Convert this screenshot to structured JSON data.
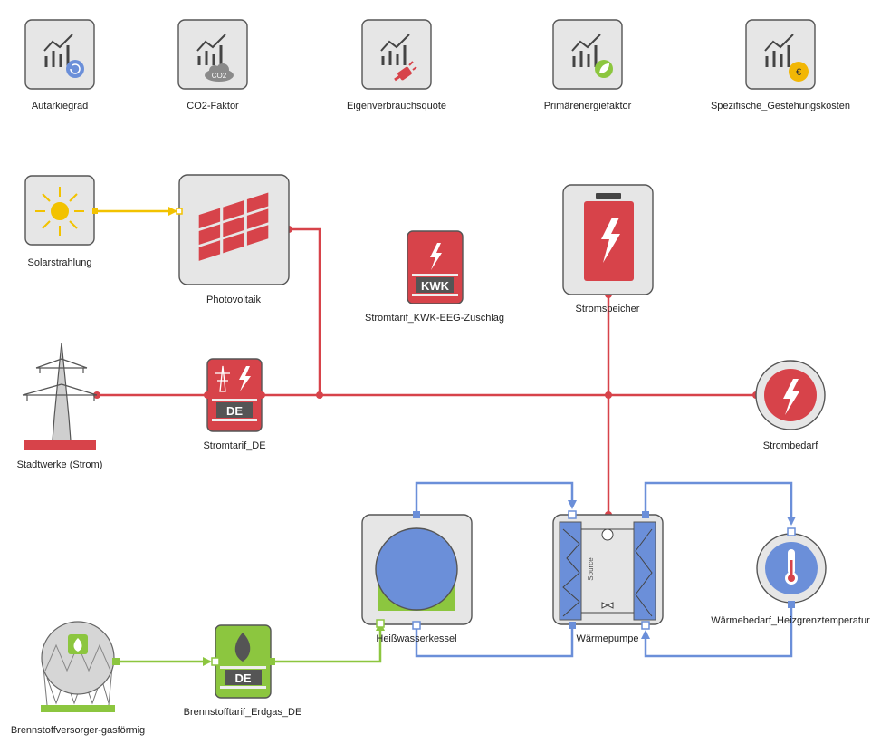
{
  "kpis": [
    {
      "label": "Autarkiegrad",
      "badge_icon": "refresh-icon",
      "badge_color": "#6b8fd9"
    },
    {
      "label": "CO2-Faktor",
      "badge_icon": "co2-cloud-icon",
      "badge_color": "#8a8a8a",
      "badge_text": "CO2"
    },
    {
      "label": "Eigenverbrauchsquote",
      "badge_icon": "plug-icon",
      "badge_color": "#d7434a"
    },
    {
      "label": "Primärenergiefaktor",
      "badge_icon": "leaf-icon",
      "badge_color": "#8cc63f"
    },
    {
      "label": "Spezifische_Gestehungskosten",
      "badge_icon": "euro-coin-icon",
      "badge_color": "#f2b705",
      "badge_text": "€"
    }
  ],
  "components": {
    "solar": {
      "label": "Solarstrahlung"
    },
    "pv": {
      "label": "Photovoltaik"
    },
    "kwk": {
      "label": "Stromtarif_KWK-EEG-Zuschlag",
      "badge": "KWK"
    },
    "storage": {
      "label": "Stromspeicher"
    },
    "grid": {
      "label": "Stadtwerke (Strom)"
    },
    "tariff_de": {
      "label": "Stromtarif_DE",
      "badge": "DE"
    },
    "demand": {
      "label": "Strombedarf"
    },
    "boiler": {
      "label": "Heißwasserkessel"
    },
    "heatpump": {
      "label": "Wärmepumpe",
      "source_label": "Source"
    },
    "heat_demand": {
      "label": "Wärmebedarf_Heizgrenztemperatur"
    },
    "gas_supplier": {
      "label": "Brennstoffversorger-gasförmig"
    },
    "gas_tariff": {
      "label": "Brennstofftarif_Erdgas_DE",
      "badge": "DE"
    }
  },
  "colors": {
    "electric": "#d7434a",
    "heat": "#6b8fd9",
    "gas": "#8cc63f",
    "solar": "#f2c200",
    "box_fill": "#e6e6e6",
    "box_stroke": "#555555",
    "icon_gray": "#444444"
  }
}
